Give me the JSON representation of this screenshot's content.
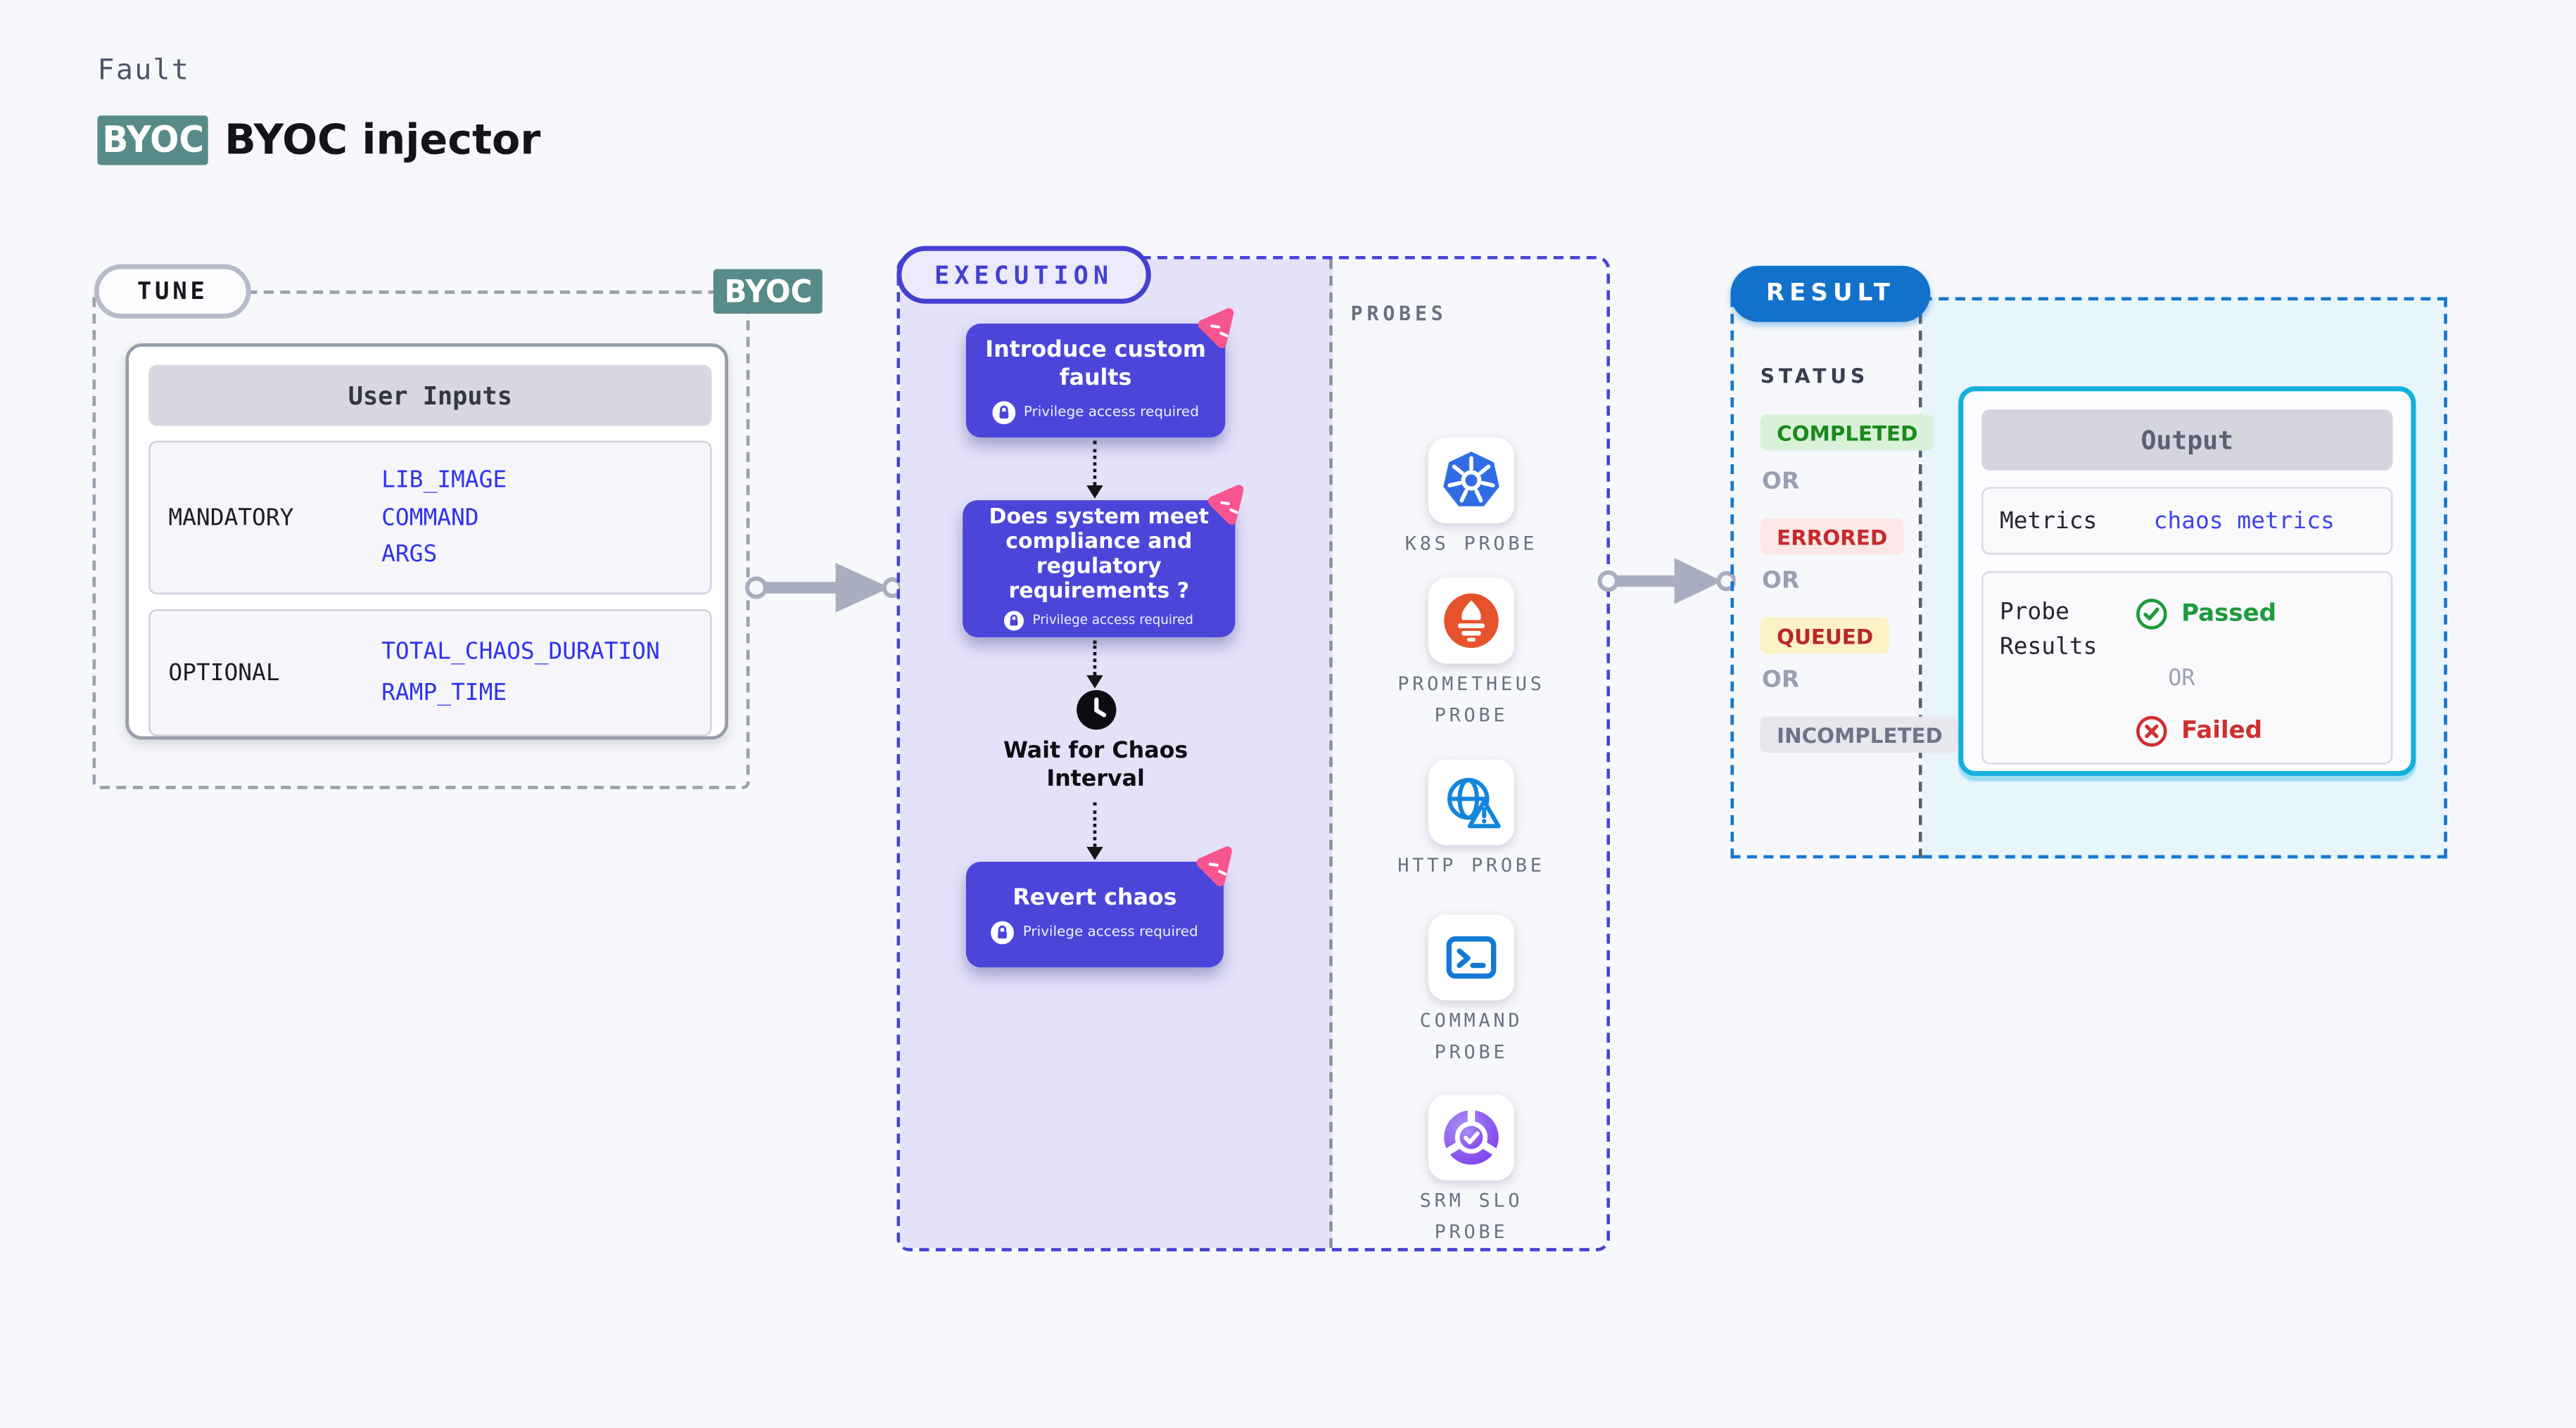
{
  "header": {
    "kicker": "Fault",
    "badge": "BYOC",
    "title": "BYOC injector"
  },
  "tune": {
    "label": "TUNE",
    "badge": "BYOC",
    "user_inputs": {
      "header": "User Inputs",
      "rows": [
        {
          "label": "MANDATORY",
          "values": [
            "LIB_IMAGE",
            "COMMAND",
            "ARGS"
          ]
        },
        {
          "label": "OPTIONAL",
          "values": [
            "TOTAL_CHAOS_DURATION",
            "RAMP_TIME"
          ]
        }
      ]
    }
  },
  "execution": {
    "label": "EXECUTION",
    "steps": [
      {
        "title": "Introduce custom faults",
        "privilege": "Privilege access required"
      },
      {
        "title": "Does system meet compliance and regulatory requirements ?",
        "privilege": "Privilege access required"
      },
      {
        "title": "Revert chaos",
        "privilege": "Privilege access required"
      }
    ],
    "wait_label": "Wait for Chaos Interval"
  },
  "probes": {
    "label": "PROBES",
    "items": [
      {
        "icon": "kubernetes-icon",
        "label": "K8S PROBE"
      },
      {
        "icon": "prometheus-icon",
        "label": "PROMETHEUS PROBE"
      },
      {
        "icon": "globe-warning-icon",
        "label": "HTTP PROBE"
      },
      {
        "icon": "terminal-icon",
        "label": "COMMAND PROBE"
      },
      {
        "icon": "srm-slo-icon",
        "label": "SRM SLO PROBE"
      }
    ]
  },
  "result": {
    "label": "RESULT",
    "status_title": "STATUS",
    "or_label": "OR",
    "statuses": [
      {
        "text": "COMPLETED",
        "bg": "#d9f1d9",
        "color": "#1a8a1a"
      },
      {
        "text": "ERRORED",
        "bg": "#fce7e7",
        "color": "#c52b2b"
      },
      {
        "text": "QUEUED",
        "bg": "#fdf1c6",
        "color": "#b8272d"
      },
      {
        "text": "INCOMPLETED",
        "bg": "#e7e7ee",
        "color": "#6e7488"
      }
    ],
    "output": {
      "header": "Output",
      "metrics_label": "Metrics",
      "metrics_value": "chaos metrics",
      "probe_results_label": "Probe Results",
      "passed_label": "Passed",
      "or_label": "OR",
      "failed_label": "Failed"
    }
  },
  "colors": {
    "background": "#f7f8fb",
    "teal_badge": "#578a88",
    "indigo_step": "#4b46d9",
    "execution_border": "#4643d4",
    "execution_bg": "#e4e2f9",
    "result_blue": "#1272cb",
    "output_border": "#14b0dd",
    "output_bg": "#e8f5fb",
    "mono_value_blue": "#3132ee",
    "passed_green": "#1d9b3c",
    "failed_red": "#d02f2f",
    "pink_flag": "#f7558f",
    "kubernetes_blue": "#326ce5",
    "prometheus_orange": "#e6522c",
    "arrow_grey": "#a9adc0"
  }
}
